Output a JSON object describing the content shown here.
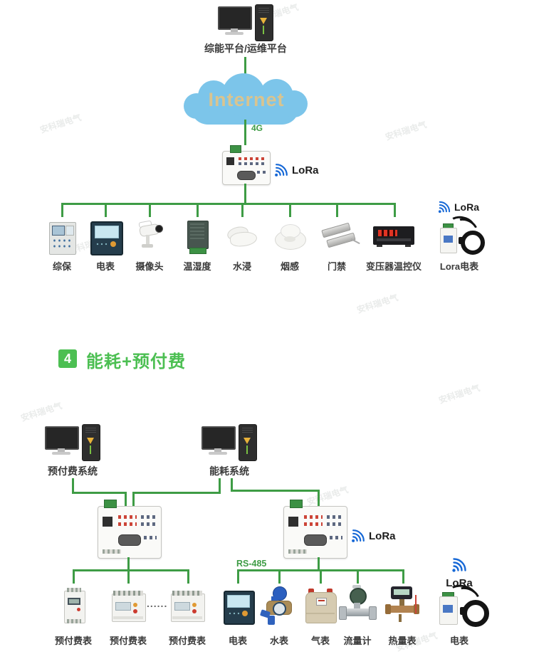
{
  "watermark": "安科瑞电气",
  "colors": {
    "line_green": "#3e9c45",
    "title_green": "#4cbf52",
    "cloud_blue": "#7cc5ea",
    "internet_text_color": "#d9c48f",
    "lora_blue": "#1668d6"
  },
  "top_diagram": {
    "platform_label": "综能平台/运维平台",
    "cloud_label": "Internet",
    "uplink_label": "4G",
    "gateway_lora_label": "LoRa",
    "wireless_lora_label": "LoRa",
    "devices": [
      {
        "label": "综保"
      },
      {
        "label": "电表"
      },
      {
        "label": "摄像头"
      },
      {
        "label": "温湿度"
      },
      {
        "label": "水浸"
      },
      {
        "label": "烟感"
      },
      {
        "label": "门禁"
      },
      {
        "label": "变压器温控仪"
      },
      {
        "label": "Lora电表"
      }
    ]
  },
  "section_header": {
    "number": "4",
    "title": "能耗+预付费"
  },
  "bottom_diagram": {
    "systems": [
      {
        "label": "预付费系统"
      },
      {
        "label": "能耗系统"
      }
    ],
    "gateway_lora_label": "LoRa",
    "bus_label": "RS-485",
    "prepaid_devices": [
      {
        "label": "预付费表"
      },
      {
        "label": "预付费表"
      },
      {
        "label": "预付费表"
      }
    ],
    "ellipsis": "......",
    "rs485_devices": [
      {
        "label": "电表"
      },
      {
        "label": "水表"
      },
      {
        "label": "气表"
      },
      {
        "label": "流量计"
      },
      {
        "label": "热量表"
      }
    ],
    "wireless_lora_label": "LoRa",
    "wireless_device": {
      "label": "电表"
    }
  }
}
